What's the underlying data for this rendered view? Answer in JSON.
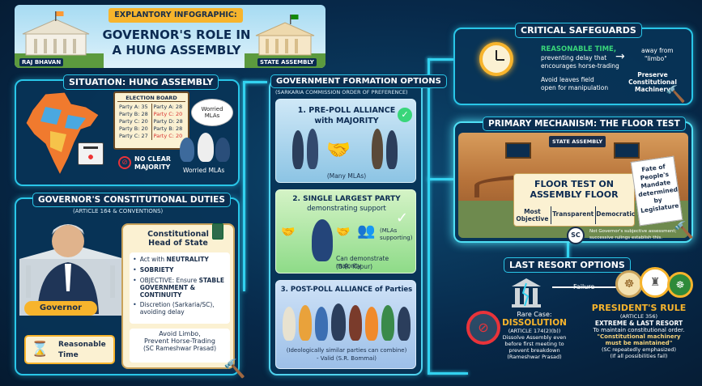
{
  "header": {
    "pre_title": "EXPLANTORY INFOGRAPHIC:",
    "title_line1": "GOVERNOR'S ROLE IN",
    "title_line2": "A HUNG ASSEMBLY",
    "left_caption": "RAJ BHAVAN",
    "right_caption": "STATE ASSEMBLY"
  },
  "situation": {
    "title": "SITUATION: HUNG ASSEMBLY",
    "board_title": "ELECTION BOARD",
    "board_rows": [
      [
        "Party A: 35",
        "Party A: 28"
      ],
      [
        "Party B: 28",
        "Party C: 20"
      ],
      [
        "Party C: 20",
        "Party D: 28"
      ],
      [
        "Party B: 20",
        "Party B: 28"
      ],
      [
        "Party C: 27",
        "Party C: 20"
      ]
    ],
    "bubble": "Worried MLAs",
    "no_majority_line1": "NO CLEAR",
    "no_majority_line2": "MAJORITY",
    "worried_caption": "Worried MLAs"
  },
  "duties": {
    "title": "GOVERNOR'S CONSTITUTIONAL DUTIES",
    "subtitle": "(ARTICLE 164 & CONVENTIONS)",
    "scroll_line1": "Constitutional",
    "scroll_line2": "Head of State",
    "items": [
      {
        "pre": "Act with ",
        "bold": "NEUTRALITY",
        "post": ""
      },
      {
        "pre": "",
        "bold": "SOBRIETY",
        "post": ""
      },
      {
        "pre": "OBJECTIVE: Ensure ",
        "bold": "STABLE GOVERNMENT & CONTINUITY",
        "post": ""
      },
      {
        "pre": "Discretion (Sarkaria/SC), avoiding delay",
        "bold": "",
        "post": ""
      }
    ],
    "limbo_line1": "Avoid Limbo,",
    "limbo_line2": "Prevent Horse-Trading",
    "limbo_line3": "(SC Rameshwar Prasad)",
    "governor_label": "Governor",
    "reasonable_line1": "Reasonable",
    "reasonable_line2": "Time"
  },
  "formation": {
    "title": "GOVERNMENT FORMATION OPTIONS",
    "subtitle": "(SARKARIA COMMISSION ORDER OF PREFERENCE)",
    "opt1_line1": "1. PRE-POLL ALLIANCE",
    "opt1_line2": "with MAJORITY",
    "opt1_caption": "(Many MLAs)",
    "opt2_line1": "2. SINGLE LARGEST PARTY",
    "opt2_line2": "demonstrating support",
    "opt2_support_line1": "(MLAs",
    "opt2_support_line2": "supporting)",
    "opt2_caption_line1": "Can demonstrate majority",
    "opt2_caption_line2": "(B.R. Kapur)",
    "opt3_line1": "3. POST-POLL ALLIANCE of Parties",
    "opt3_caption_line1": "(Ideologically similar parties can combine)",
    "opt3_caption_line2": "- Valid (S.R. Bommai)"
  },
  "safeguards": {
    "title": "CRITICAL SAFEGUARDS",
    "rt_title": "REASONABLE TIME,",
    "rt_line2": "preventing delay that",
    "rt_line3": "encourages horse-trading",
    "away_line1": "away from",
    "away_line2": "\"limbo\"",
    "avoid_line1": "Avoid leaves field",
    "avoid_line2": "open for manipulation",
    "preserve_line1": "Preserve",
    "preserve_line2": "Constitutional",
    "preserve_line3": "Machinery"
  },
  "floor": {
    "title": "PRIMARY MECHANISM: THE FLOOR TEST",
    "sign": "STATE ASSEMBLY",
    "main_line1": "FLOOR TEST ON",
    "main_line2": "ASSEMBLY FLOOR",
    "qualities": [
      "Most Objective",
      "Transparent",
      "Democratic"
    ],
    "paper": "Fate of People's Mandate determined by Legislature",
    "sc_badge": "SC",
    "note_line1": "Not Governor's subjective assessment;",
    "note_line2": "successive rulings establish this."
  },
  "last_resort": {
    "title": "LAST RESORT OPTIONS",
    "failure": "Failure",
    "rare": "Rare Case:",
    "dissolution": "DISSOLUTION",
    "article": "(ARTICLE 174(2)(b))",
    "diss_line1": "Dissolve Assembly even",
    "diss_line2": "before first meeting to",
    "diss_line3": "prevent breakdown",
    "diss_line4": "(Rameshwar Prasad)",
    "pr_title": "PRESIDENT'S RULE",
    "pr_article": "(ARTICLE 356)",
    "pr_extreme": "EXTREME & LAST RESORT",
    "pr_maintain": "To maintain constitutional order.",
    "pr_quote_line1": "\"Constitutional machinery",
    "pr_quote_line2": "must be maintained\"",
    "pr_sc": "(SC repeatedly emphasized)",
    "pr_if": "(If all possibilities fail)"
  },
  "colors": {
    "neon": "#33d2f0",
    "gold": "#f7b42c",
    "green": "#39d67a",
    "navy": "#07294a",
    "cream": "#fbf1d2"
  }
}
